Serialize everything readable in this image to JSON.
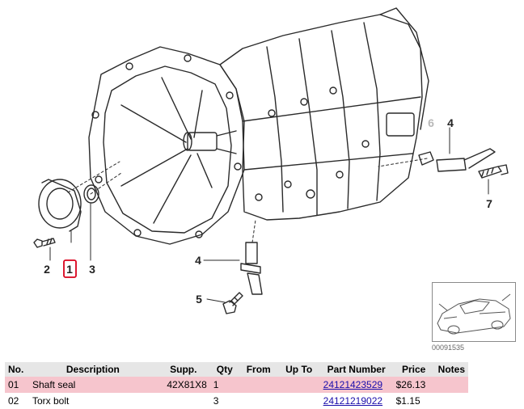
{
  "diagram": {
    "callouts": {
      "c1": "1",
      "c2": "2",
      "c3": "3",
      "c4a": "4",
      "c4b": "4",
      "c5": "5",
      "c6": "6",
      "c7": "7"
    },
    "highlight_color": "#d9001b",
    "thumbnail_code": "00091535"
  },
  "table": {
    "headers": [
      "No.",
      "Description",
      "Supp.",
      "Qty",
      "From",
      "Up To",
      "Part Number",
      "Price",
      "Notes"
    ],
    "rows": [
      {
        "no": "01",
        "description": "Shaft seal",
        "supp": "42X81X8",
        "qty": "1",
        "from": "",
        "upto": "",
        "part_number": "24121423529",
        "price": "$26.13",
        "notes": ""
      },
      {
        "no": "02",
        "description": "Torx bolt",
        "supp": "",
        "qty": "3",
        "from": "",
        "upto": "",
        "part_number": "24121219022",
        "price": "$1.15",
        "notes": ""
      }
    ],
    "highlight_row_color": "#f6c5cd",
    "header_color": "#e6e6e6",
    "link_color": "#1a0dab"
  }
}
